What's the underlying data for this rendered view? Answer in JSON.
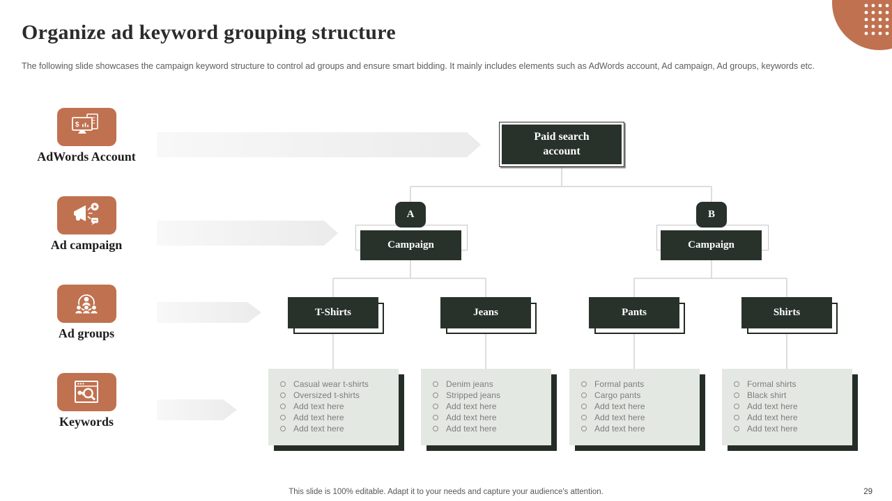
{
  "slide": {
    "title": "Organize ad keyword grouping structure",
    "subtitle": "The following slide showcases the campaign keyword structure to control ad groups and ensure smart bidding. It mainly includes elements such as AdWords account, Ad campaign, Ad groups, keywords etc.",
    "footer_note": "This slide is 100% editable.  Adapt it to your needs and capture your audience's attention.",
    "page_number": "29"
  },
  "colors": {
    "accent_terracotta": "#C0714F",
    "node_dark_green": "#28322A",
    "keyword_panel_bg": "#E4E8E2",
    "connector_gray": "#C9C9C9"
  },
  "legend": {
    "items": [
      {
        "label": "AdWords Account",
        "icon": "monitor-dollar-icon"
      },
      {
        "label": "Ad campaign",
        "icon": "megaphone-icon"
      },
      {
        "label": "Ad groups",
        "icon": "audience-group-icon"
      },
      {
        "label": "Keywords",
        "icon": "keyword-search-icon"
      }
    ]
  },
  "tree": {
    "root": {
      "label": "Paid search account"
    },
    "campaigns": [
      {
        "tag": "A",
        "label": "Campaign"
      },
      {
        "tag": "B",
        "label": "Campaign"
      }
    ],
    "ad_groups": [
      {
        "label": "T-Shirts",
        "keywords": [
          "Casual wear t-shirts",
          "Oversized t-shirts",
          "Add text here",
          "Add text here",
          "Add text here"
        ]
      },
      {
        "label": "Jeans",
        "keywords": [
          "Denim jeans",
          "Stripped jeans",
          "Add text here",
          "Add text here",
          "Add text here"
        ]
      },
      {
        "label": "Pants",
        "keywords": [
          "Formal pants",
          "Cargo pants",
          "Add text here",
          "Add text here",
          "Add text here"
        ]
      },
      {
        "label": "Shirts",
        "keywords": [
          "Formal shirts",
          "Black shirt",
          "Add text here",
          "Add text here",
          "Add text here"
        ]
      }
    ]
  }
}
